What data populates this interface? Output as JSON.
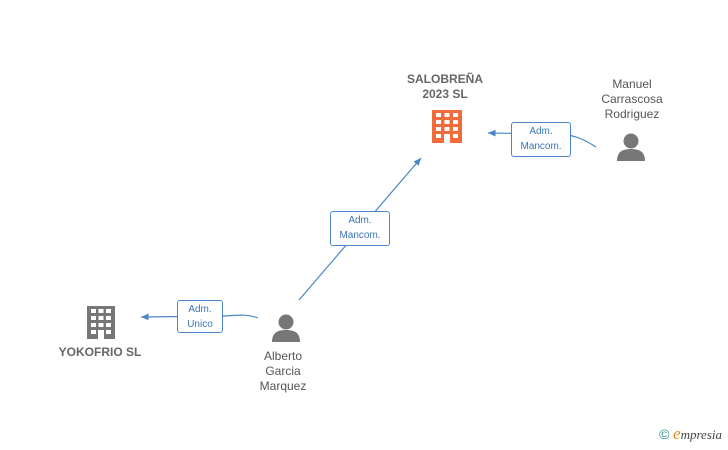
{
  "nodes": {
    "salobrena": {
      "name": "SALOBREÑA\n2023  SL",
      "type": "company",
      "icon": "building-icon",
      "color": "#f26b3a"
    },
    "yokofrio": {
      "name": "YOKOFRIO  SL",
      "type": "company",
      "icon": "building-icon",
      "color": "#777777"
    },
    "manuel": {
      "name": "Manuel\nCarrascosa\nRodriguez",
      "type": "person",
      "icon": "person-icon",
      "color": "#777777"
    },
    "alberto": {
      "name": "Alberto\nGarcia\nMarquez",
      "type": "person",
      "icon": "person-icon",
      "color": "#777777"
    }
  },
  "edges": {
    "manuel_salobrena": {
      "label": "Adm.\nMancom."
    },
    "alberto_salobrena": {
      "label": "Adm.\nMancom."
    },
    "alberto_yokofrio": {
      "label": "Adm.\nUnico"
    }
  },
  "colors": {
    "edge": "#4a86c8",
    "company_highlight": "#f26b3a",
    "company_default": "#777777",
    "person": "#777777"
  },
  "brand": {
    "copyright": "©",
    "initial": "e",
    "rest": "mpresia"
  }
}
